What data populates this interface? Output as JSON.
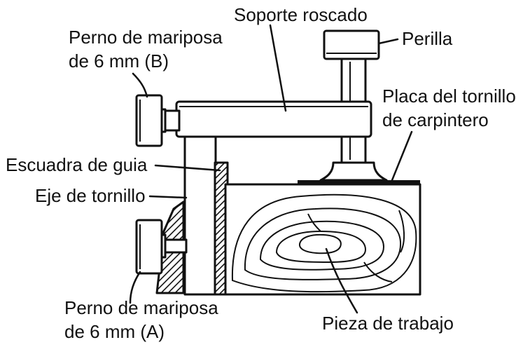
{
  "labels": {
    "soporte_roscado": "Soporte roscado",
    "perilla": "Perilla",
    "perno_b_line1": "Perno de mariposa",
    "perno_b_line2": "de 6 mm (B)",
    "placa_line1": "Placa del tornillo",
    "placa_line2": "de carpintero",
    "escuadra": "Escuadra de guia",
    "eje": "Eje de tornillo",
    "perno_a_line1": "Perno de mariposa",
    "perno_a_line2": "de 6 mm (A)",
    "pieza": "Pieza de trabajo"
  },
  "colors": {
    "ink": "#111111",
    "background": "#ffffff"
  }
}
